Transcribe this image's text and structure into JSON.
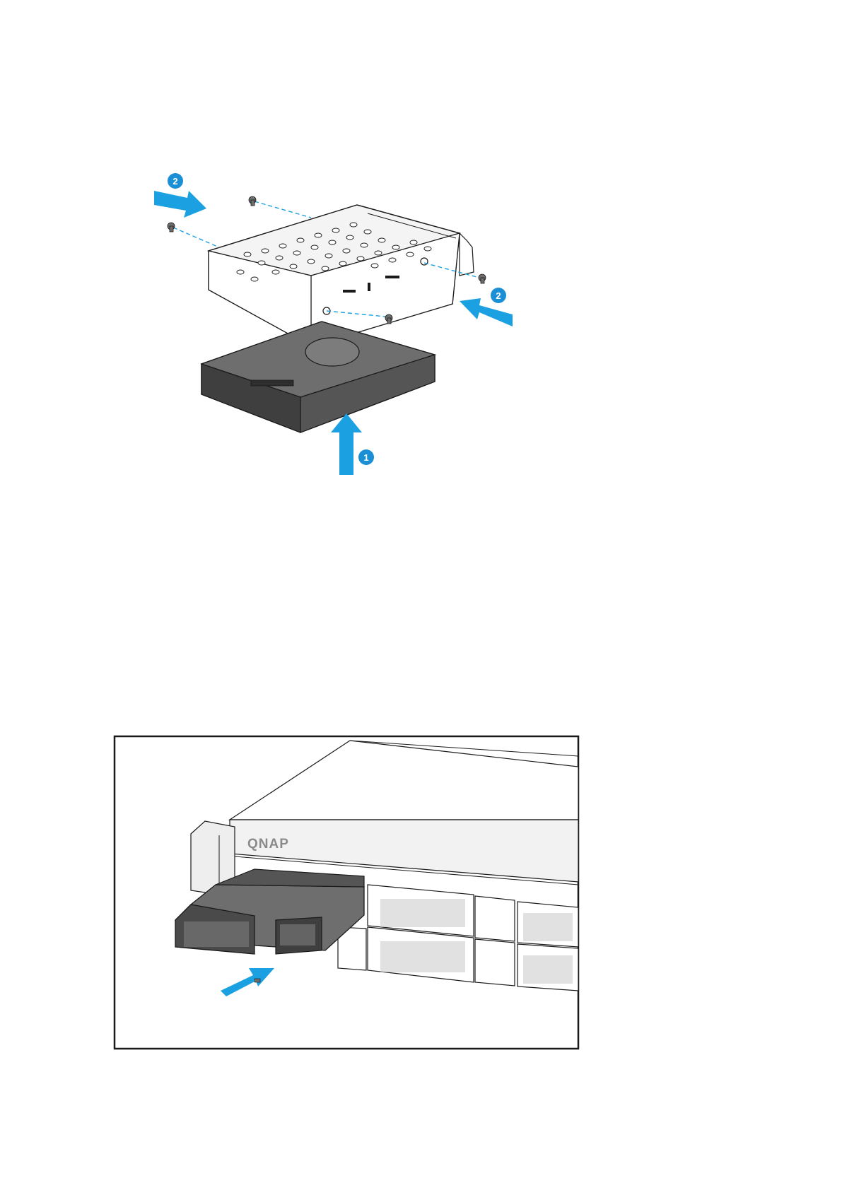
{
  "figure1": {
    "step_badges": {
      "step1": "1",
      "step2_left": "2",
      "step2_right": "2"
    }
  },
  "figure2": {
    "logo": "QNAP"
  },
  "colors": {
    "accent_arrow": "#1ba1e2",
    "badge": "#1b8fd6",
    "drive_dark": "#4a4a4a",
    "drive_mid": "#6e6e6e",
    "outline": "#1a1a1a"
  }
}
